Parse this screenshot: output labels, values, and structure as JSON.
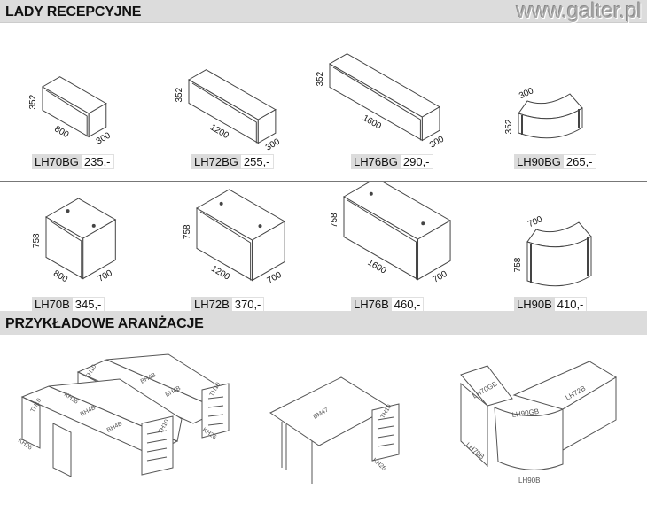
{
  "header": {
    "title": "LADY RECEPCYJNE",
    "website": "www.galter.pl"
  },
  "row1": [
    {
      "code": "LH70BG",
      "price": "235,-",
      "dims": {
        "w": "800",
        "h": "352",
        "d": "300"
      }
    },
    {
      "code": "LH72BG",
      "price": "255,-",
      "dims": {
        "w": "1200",
        "h": "352",
        "d": "300"
      }
    },
    {
      "code": "LH76BG",
      "price": "290,-",
      "dims": {
        "w": "1600",
        "h": "352",
        "d": "300"
      }
    },
    {
      "code": "LH90BG",
      "price": "265,-",
      "dims": {
        "h": "352",
        "d": "300"
      }
    }
  ],
  "row2": [
    {
      "code": "LH70B",
      "price": "345,-",
      "dims": {
        "w": "800",
        "h": "758",
        "d": "700"
      }
    },
    {
      "code": "LH72B",
      "price": "370,-",
      "dims": {
        "w": "1200",
        "h": "758",
        "d": "700"
      }
    },
    {
      "code": "LH76B",
      "price": "460,-",
      "dims": {
        "w": "1600",
        "h": "758",
        "d": "700"
      }
    },
    {
      "code": "LH90B",
      "price": "410,-",
      "dims": {
        "h": "758",
        "d": "700"
      }
    }
  ],
  "arrangements": {
    "title": "PRZYKŁADOWE ARANŻACJE",
    "a1": {
      "desk": "BH4B",
      "pedestal": "TH10",
      "drawer": "KH26"
    },
    "a2": {
      "desk": "BM47",
      "pedestal": "TH10",
      "drawer": "KH26"
    },
    "a3": {
      "top1": "LH70GB",
      "top2": "LH90GB",
      "desk": "LH72B",
      "base1": "LH70B",
      "base2": "LH90B"
    }
  },
  "colors": {
    "header_bg": "#dcdcdc",
    "line": "#555555"
  }
}
